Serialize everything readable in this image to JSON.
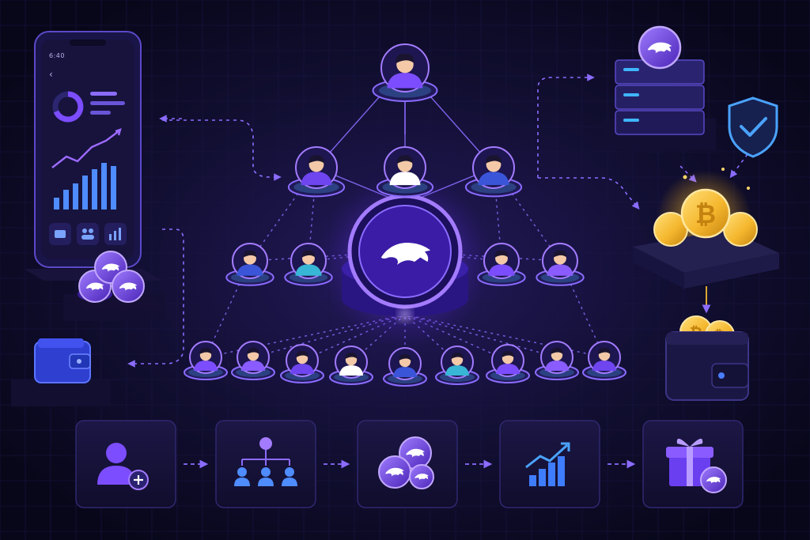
{
  "phone": {
    "status_time": "6:40"
  },
  "colors": {
    "background": "#0b0a1f",
    "accent_purple": "#7c4dff",
    "glow_violet": "#a37bff",
    "coin_gold": "#f5b72e",
    "shield_blue": "#4aa3ff",
    "chart_blue": "#3f7dff"
  },
  "network": {
    "center_logo": "panther-logo-icon",
    "tiers": [
      {
        "level": "top",
        "members": 1
      },
      {
        "level": "second",
        "members": 3
      },
      {
        "level": "third",
        "members": 4
      },
      {
        "level": "fourth",
        "members": 9
      }
    ]
  },
  "process_steps": [
    {
      "icon": "add-user-icon"
    },
    {
      "icon": "referral-tree-icon"
    },
    {
      "icon": "token-coins-icon"
    },
    {
      "icon": "growth-chart-icon"
    },
    {
      "icon": "gift-reward-icon"
    }
  ],
  "side_elements": {
    "left": [
      "smartphone-dashboard-icon",
      "token-stack-icon",
      "wallet-icon"
    ],
    "right": [
      "server-stack-icon",
      "security-shield-icon",
      "bitcoin-coins-icon",
      "crypto-wallet-icon"
    ]
  }
}
